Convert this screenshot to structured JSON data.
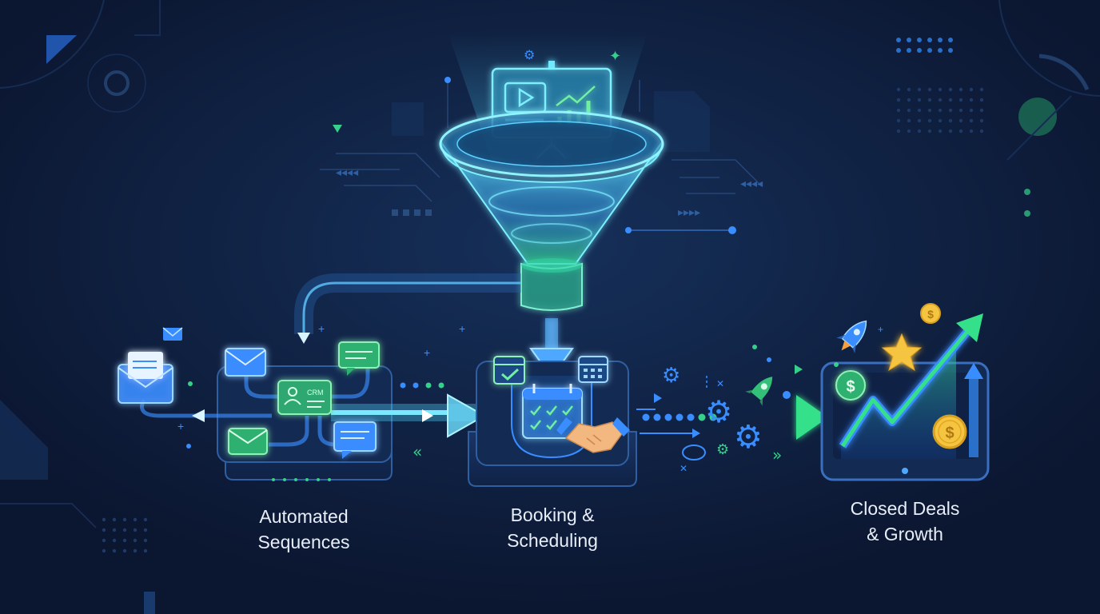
{
  "stages": {
    "automated": {
      "line1": "Automated",
      "line2": "Sequences"
    },
    "booking": {
      "line1": "Booking &",
      "line2": "Scheduling"
    },
    "closed": {
      "line1": "Closed Deals",
      "line2": "& Growth"
    }
  },
  "badges": {
    "crm": "CRM",
    "dollar": "$"
  },
  "colors": {
    "background": "#0d1a33",
    "cyan": "#4fd8ff",
    "blue": "#3a8dff",
    "green": "#35d08a",
    "gold": "#f5c542",
    "text": "#e8eef8"
  }
}
